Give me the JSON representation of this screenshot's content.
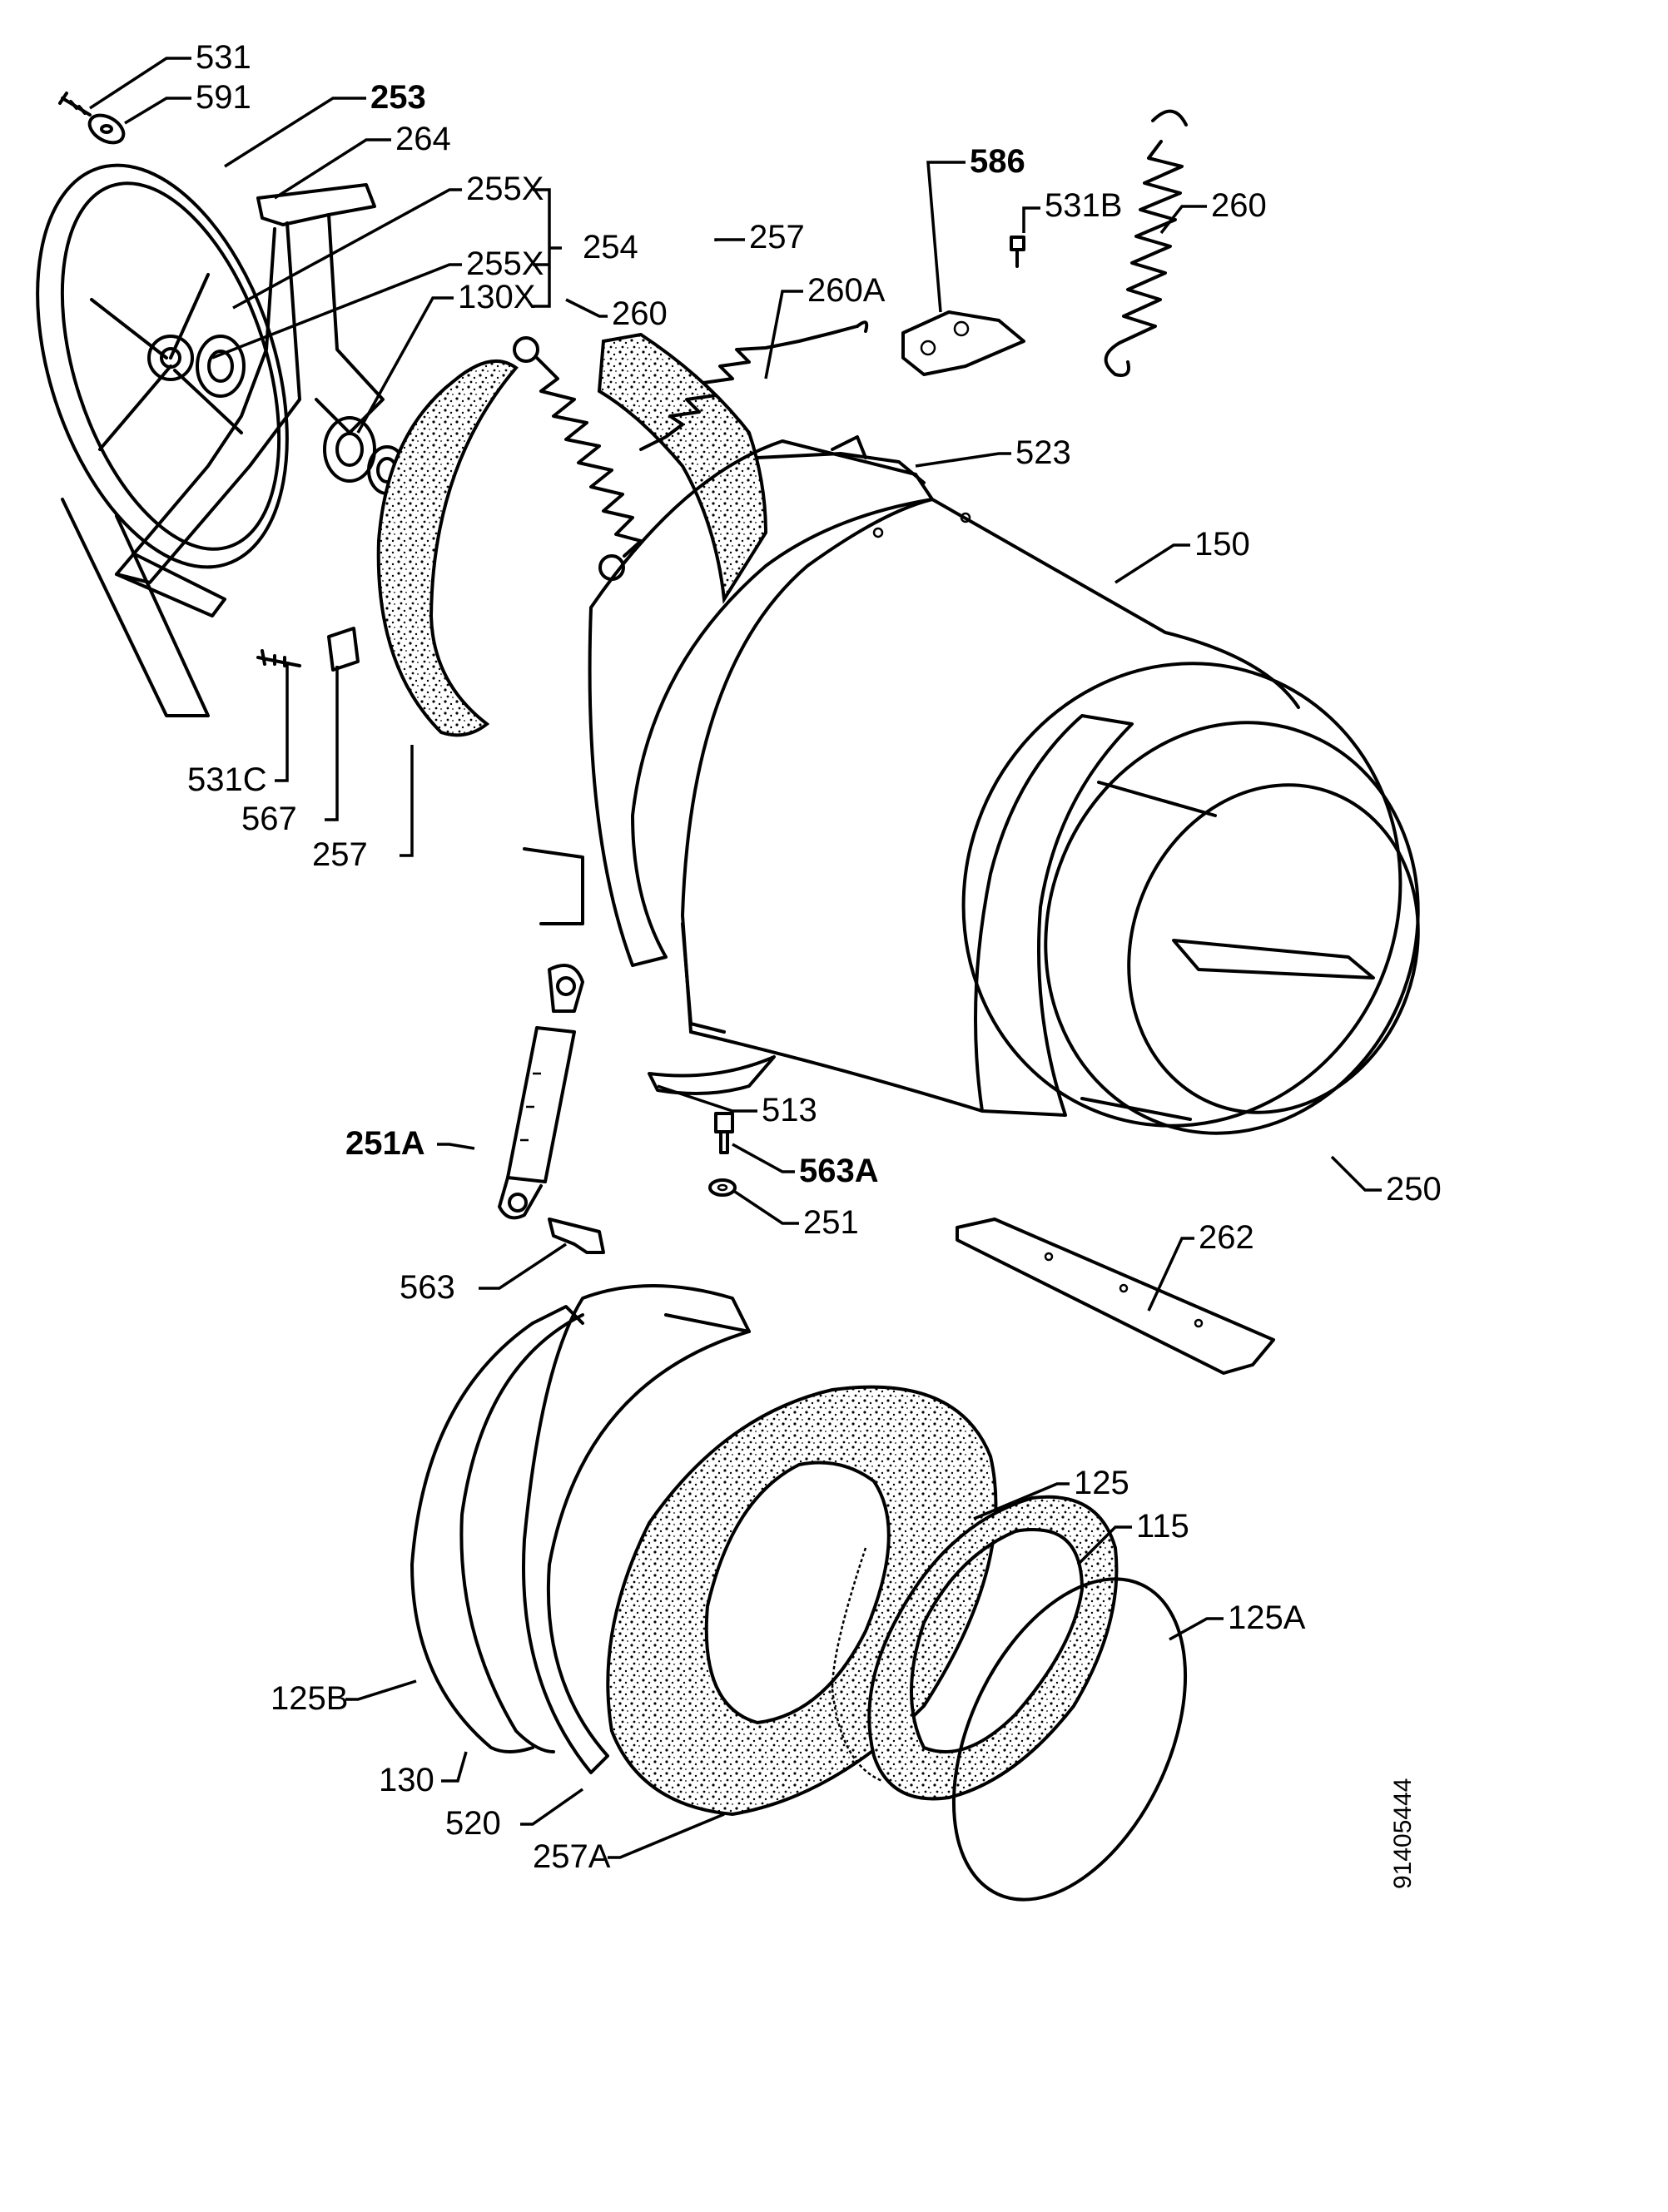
{
  "diagram": {
    "sheet_code": "91405444",
    "labels": {
      "l531": "531",
      "l591": "591",
      "l253": "253",
      "l264": "264",
      "l255x_a": "255X",
      "l254": "254",
      "l255x_b": "255X",
      "l130x": "130X",
      "l257_top": "257",
      "l260_mid": "260",
      "l260a": "260A",
      "l586": "586",
      "l531b": "531B",
      "l260_right": "260",
      "l523": "523",
      "l150": "150",
      "l531c": "531C",
      "l567": "567",
      "l257_left": "257",
      "l251a": "251A",
      "l513": "513",
      "l563a": "563A",
      "l251": "251",
      "l250": "250",
      "l262": "262",
      "l563": "563",
      "l125": "125",
      "l115": "115",
      "l125a": "125A",
      "l125b": "125B",
      "l130": "130",
      "l520": "520",
      "l257a": "257A"
    }
  }
}
